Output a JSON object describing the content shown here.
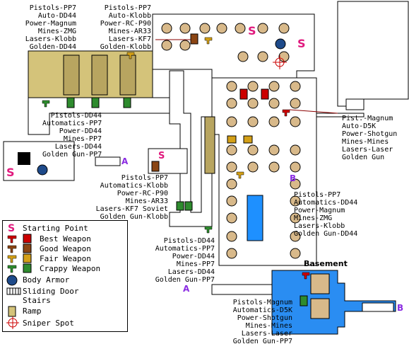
{
  "legend": {
    "starting_point": "Starting Point",
    "best_weapon": "Best Weapon",
    "good_weapon": "Good Weapon",
    "fair_weapon": "Fair Weapon",
    "crappy_weapon": "Crappy Weapon",
    "body_armor": "Body Armor",
    "sliding_door": "Sliding Door",
    "stairs": "Stairs",
    "ramp": "Ramp",
    "sniper_spot": "Sniper Spot"
  },
  "markers": {
    "start": "S",
    "a": "A",
    "b": "B"
  },
  "basement_label": "Basement",
  "colors": {
    "floor": "#ffffff",
    "ramp": "#d4c37a",
    "table": "#d8b98a",
    "basement": "#2a8df2",
    "best": "#cc0000",
    "good": "#8b4513",
    "fair": "#d4a017",
    "crappy": "#2e8b2e",
    "start_marker": "#e0197d",
    "armor": "#1e4a8a",
    "pool": "#1e90ff"
  },
  "weapon_lists": {
    "top_left": [
      "Pistols-PP7",
      "Auto-DD44",
      "Power-Magnum",
      "Mines-ZMG",
      "Lasers-Klobb",
      "Golden-DD44"
    ],
    "top_center": [
      "Pistols-PP7",
      "Auto-Klobb",
      "Power-RC-P90",
      "Mines-AR33",
      "Lasers-KF7",
      "Golden-Klobb"
    ],
    "mid_left": [
      "Pistols-DD44",
      "Automatics-PP7",
      "Power-DD44",
      "Mines-PP7",
      "Lasers-DD44",
      "Golden Gun-PP7"
    ],
    "right_upper": [
      "Pist.-Magnum",
      "Auto-D5K",
      "Power-Shotgun",
      "Mines-Mines",
      "Lasers-Laser",
      "Golden Gun"
    ],
    "center": [
      "Pistols-PP7",
      "Automatics-Klobb",
      "Power-RC-P90",
      "Mines-AR33",
      "Lasers-KF7 Soviet",
      "Golden Gun-Klobb"
    ],
    "right_lower": [
      "Pistols-PP7",
      "Automatics-DD44",
      "Power-Magnum",
      "Mines-ZMG",
      "Lasers-Klobb",
      "Golden Gun-DD44"
    ],
    "bottom_center": [
      "Pistols-DD44",
      "Automatics-PP7",
      "Power-DD44",
      "Mines-PP7",
      "Lasers-DD44",
      "Golden Gun-PP7"
    ],
    "basement": [
      "Pistols-Magnum",
      "Automatics-D5K",
      "Power-Shotgun",
      "Mines-Mines",
      "Lasers-Laser",
      "Golden Gun-PP7"
    ]
  }
}
